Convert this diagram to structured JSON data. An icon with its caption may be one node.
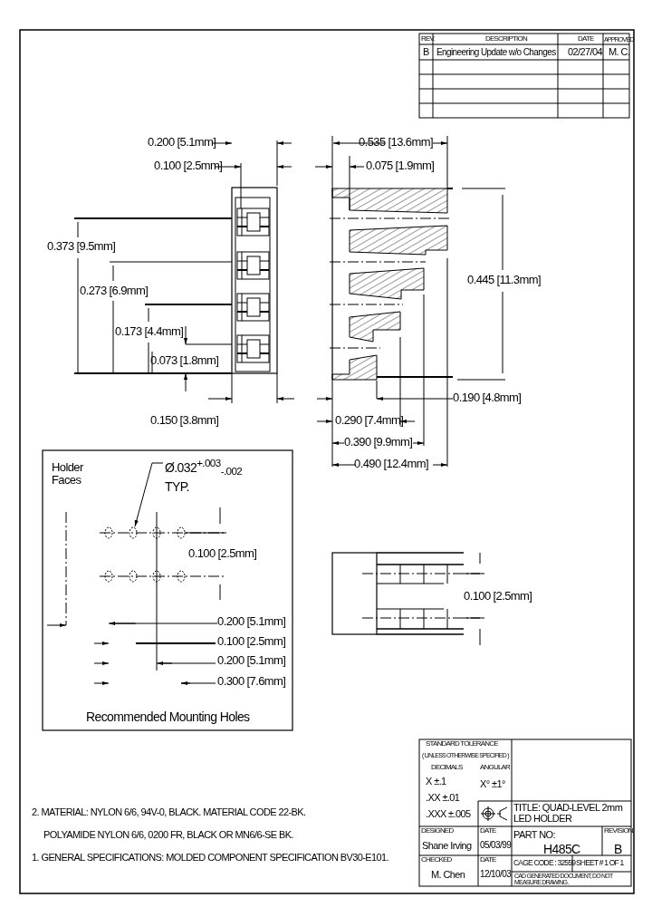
{
  "diagram": {
    "title": "TITLE: QUAD-LEVEL 2mm LED HOLDER",
    "nodes": [
      {
        "text": [
          "Ø.032$^{+.003}$$_{-.002}$ TYP."
        ]
      },
      {
        "text": [],
        "shape": "circle"
      }
    ],
    "edges": [
      {
        "from": 0,
        "to": 1,
        "arrow": "to"
      }
    ],
    "labels": [
      "REV.",
      "DESCRIPTION",
      "DATE",
      "APPROVED",
      "B",
      "Engineering Update w/o Changes",
      "02/27/04",
      "M. C.",
      "0.200 [5.1mm]",
      "0.100 [2.5mm]",
      "0.535 [13.6mm]",
      "0.075 [1.9mm]",
      "0.373 [9.5mm]",
      "0.445 [11.3mm]",
      "0.273 [6.9mm]",
      "0.173 [4.4mm]",
      "0.073 [1.8mm]",
      "0.190 [4.8mm]",
      "0.150 [3.8mm]",
      "0.290 [7.4mm]",
      "0.390 [9.9mm]",
      "0.490 [12.4mm]",
      "Holder Faces",
      "0.100 [2.5mm]",
      "0.100 [2.5mm]",
      "0.200 [5.1mm]",
      "0.100 [2.5mm]",
      "0.200 [5.1mm]",
      "0.300 [7.6mm]",
      "Recommended Mounting Holes",
      "STANDARD TOLERANCE",
      "( UNLESS OTHERWISE SPECIFIED )",
      "DECIMALS",
      "ANGULAR",
      "X ±.1",
      ".XX ±.01",
      "X° ±1°",
      "2. MATERIAL: NYLON 6/6, 94V-0, BLACK. MATERIAL CODE 22-BK.",
      ".XXX ±.005",
      "POLYAMIDE NYLON 6/6, 0200 FR, BLACK OR MN6/6-SE BK.",
      "DESIGNED",
      "DATE",
      "PART NO:",
      "REVISION",
      "Shane Irving",
      "05/03/99",
      "H485C",
      "B",
      "1. GENERAL SPECIFICATIONS: MOLDED COMPONENT SPECIFICATION BV30-E101.",
      "CHECKED",
      "DATE",
      "CAGE CODE : 32559",
      "SHEET # 1 OF 1",
      "M. Chen",
      "12/10/03",
      "CAD GENERATED DOCUMENT, DO NOT MEASURE DRAWING."
    ]
  }
}
